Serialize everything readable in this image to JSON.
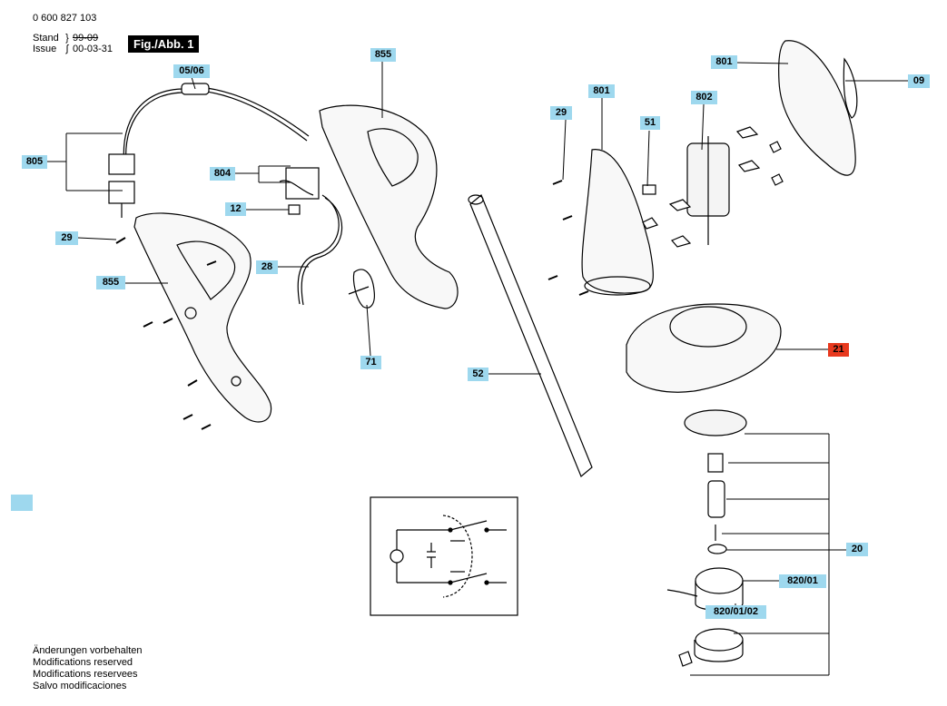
{
  "header": {
    "doc_number": "0 600 827 103",
    "stand_label": "Stand",
    "issue_label": "Issue",
    "stand_old_date": "99-09",
    "issue_date": "00-03-31",
    "figure": "Fig./Abb. 1"
  },
  "labels": {
    "l_05_06": "05/06",
    "l_855_top": "855",
    "l_801_top": "801",
    "l_09": "09",
    "l_801": "801",
    "l_802": "802",
    "l_29_top": "29",
    "l_51": "51",
    "l_805": "805",
    "l_804": "804",
    "l_12": "12",
    "l_29_left": "29",
    "l_28": "28",
    "l_855_left": "855",
    "l_71": "71",
    "l_52": "52",
    "l_21": "21",
    "l_20": "20",
    "l_820_01": "820/01",
    "l_820_01_02": "820/01/02"
  },
  "colors": {
    "label_bg": "#9ed8ee",
    "highlight_bg": "#e8391e"
  },
  "footer": {
    "line1": "Änderungen vorbehalten",
    "line2": "Modifications reserved",
    "line3": "Modifications reservees",
    "line4": "Salvo modificaciones"
  }
}
